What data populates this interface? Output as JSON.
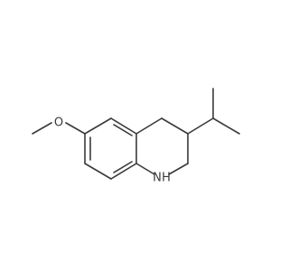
{
  "molecule": {
    "atoms": {
      "oxygen": "O",
      "nitrogen": "N",
      "hydrogen": "H"
    },
    "colors": {
      "bond": "#3a3a3a",
      "label": "#3a3a3a",
      "background": "#ffffff"
    }
  }
}
